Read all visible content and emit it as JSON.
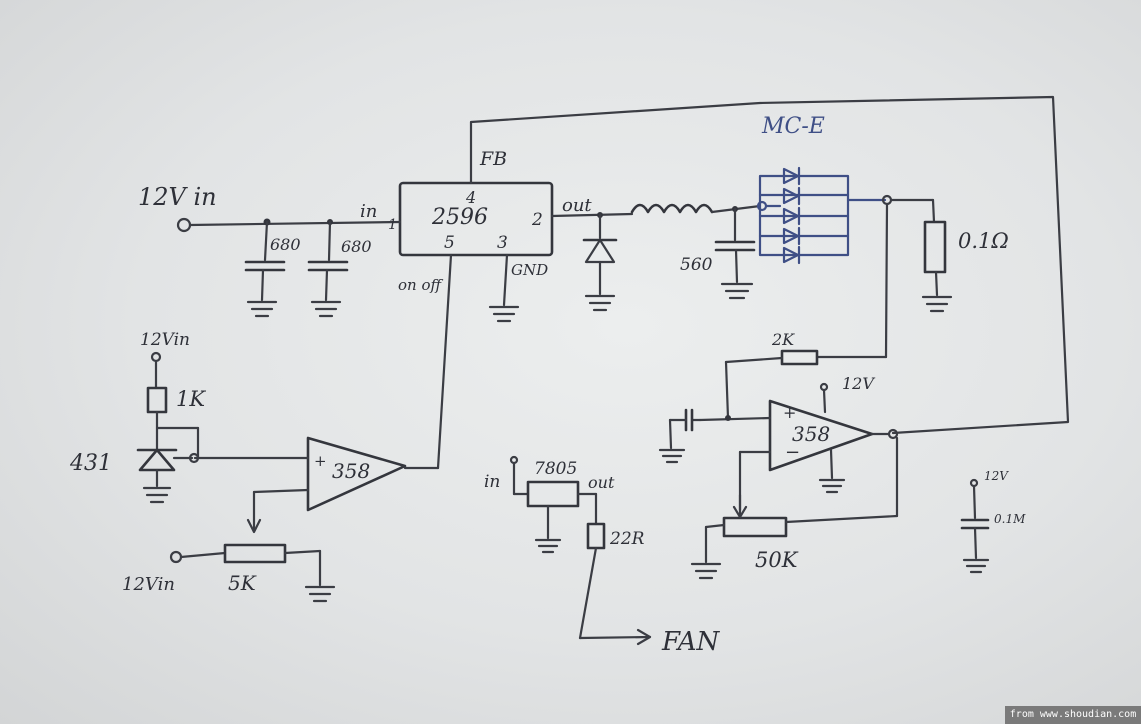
{
  "labels": {
    "input_12v": "12V in",
    "ic_main": "2596",
    "pin_fb": "FB",
    "pin_4": "4",
    "pin_in_label": "in",
    "pin_1": "1",
    "pin_2": "2",
    "pin_5": "5",
    "pin_3": "3",
    "pin_out_label": "out",
    "on_off": "on off",
    "gnd": "GND",
    "cap_1": "680",
    "cap_2": "680",
    "cap_3": "560",
    "led_module": "MC-E",
    "sense_resistor": "0.1Ω",
    "r_feedback": "2K",
    "opamp_1": "358",
    "opamp_2": "358",
    "supply_12v_op": "12V",
    "pot_50k": "50K",
    "supply_12v_ref": "12Vin",
    "r_1k": "1K",
    "zener_431": "431",
    "supply_12v_pot": "12Vin",
    "pot_5k": "5K",
    "reg_7805": "7805",
    "reg_in": "in",
    "reg_out": "out",
    "r_22r": "22R",
    "fan": "FAN",
    "corner_12v": "12V",
    "corner_cap": "0.1M",
    "credit": "from www.shoudian.com"
  }
}
